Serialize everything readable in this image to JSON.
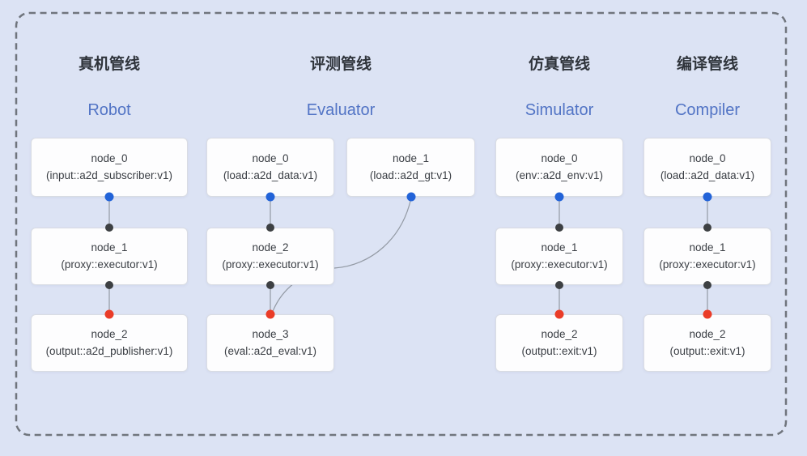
{
  "colors": {
    "background": "#dce3f4",
    "frame_border": "#70757d",
    "node_background": "#fdfdfe",
    "node_border": "#d9dce3",
    "edge": "#939aa4",
    "dot_blue": "#2263d8",
    "dot_dark": "#3d4043",
    "dot_red": "#ea3c28",
    "title_zh_color": "#2f343b",
    "title_en_color": "#5274c5",
    "node_text_color": "#3a3e44"
  },
  "pipelines": [
    {
      "title_zh": "真机管线",
      "title_en": "Robot"
    },
    {
      "title_zh": "评测管线",
      "title_en": "Evaluator"
    },
    {
      "title_zh": "仿真管线",
      "title_en": "Simulator"
    },
    {
      "title_zh": "编译管线",
      "title_en": "Compiler"
    }
  ],
  "nodes": {
    "robot_0": {
      "name": "node_0",
      "type": "(input::a2d_subscriber:v1)"
    },
    "robot_1": {
      "name": "node_1",
      "type": "(proxy::executor:v1)"
    },
    "robot_2": {
      "name": "node_2",
      "type": "(output::a2d_publisher:v1)"
    },
    "evaluator_0": {
      "name": "node_0",
      "type": "(load::a2d_data:v1)"
    },
    "evaluator_1": {
      "name": "node_1",
      "type": "(load::a2d_gt:v1)"
    },
    "evaluator_2": {
      "name": "node_2",
      "type": "(proxy::executor:v1)"
    },
    "evaluator_3": {
      "name": "node_3",
      "type": "(eval::a2d_eval:v1)"
    },
    "simulator_0": {
      "name": "node_0",
      "type": "(env::a2d_env:v1)"
    },
    "simulator_1": {
      "name": "node_1",
      "type": "(proxy::executor:v1)"
    },
    "simulator_2": {
      "name": "node_2",
      "type": "(output::exit:v1)"
    },
    "compiler_0": {
      "name": "node_0",
      "type": "(load::a2d_data:v1)"
    },
    "compiler_1": {
      "name": "node_1",
      "type": "(proxy::executor:v1)"
    },
    "compiler_2": {
      "name": "node_2",
      "type": "(output::exit:v1)"
    }
  }
}
